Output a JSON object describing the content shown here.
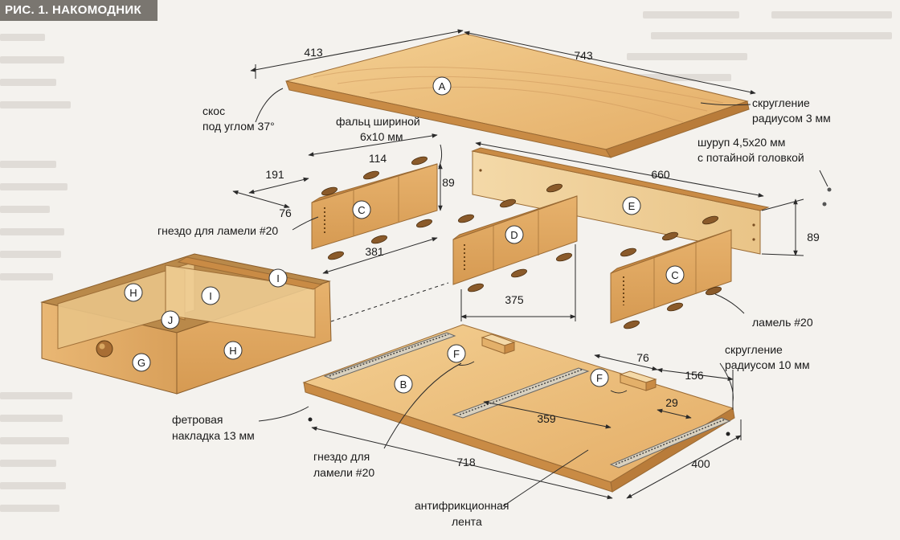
{
  "figure": {
    "title": "РИС. 1. НАКОМОДНИК",
    "parts": {
      "A": "A",
      "B": "B",
      "C1": "C",
      "C2": "C",
      "D": "D",
      "E": "E",
      "F1": "F",
      "F2": "F",
      "G": "G",
      "H1": "H",
      "H2": "H",
      "I1": "I",
      "I2": "I",
      "J": "J"
    },
    "dimensions": {
      "d413": "413",
      "d743": "743",
      "d114": "114",
      "d191": "191",
      "d76a": "76",
      "d89a": "89",
      "d381": "381",
      "d375": "375",
      "d660": "660",
      "d89b": "89",
      "d76b": "76",
      "d156": "156",
      "d29": "29",
      "d359": "359",
      "d718": "718",
      "d400": "400"
    },
    "annotations": {
      "bevel_1": "скос",
      "bevel_2": "под углом 37°",
      "rabbet_1": "фальц шириной",
      "rabbet_2": "6х10 мм",
      "round3_1": "скругление",
      "round3_2": "радиусом 3 мм",
      "screw_1": "шуруп 4,5х20 мм",
      "screw_2": "с потайной головкой",
      "slot_top": "гнездо для ламели #20",
      "lamel": "ламель #20",
      "round10_1": "скругление",
      "round10_2": "радиусом 10 мм",
      "felt_1": "фетровая",
      "felt_2": "накладка 13 мм",
      "slot_bot_1": "гнездо для",
      "slot_bot_2": "ламели #20",
      "tape_1": "антифрикционная",
      "tape_2": "лента"
    }
  },
  "colors": {
    "wood_light": "#f0c98a",
    "wood_mid": "#e3b06a",
    "wood_dark": "#c98b45",
    "edge": "#9a6a34",
    "line": "#2a2a2a",
    "title_bg": "#7a7670"
  }
}
